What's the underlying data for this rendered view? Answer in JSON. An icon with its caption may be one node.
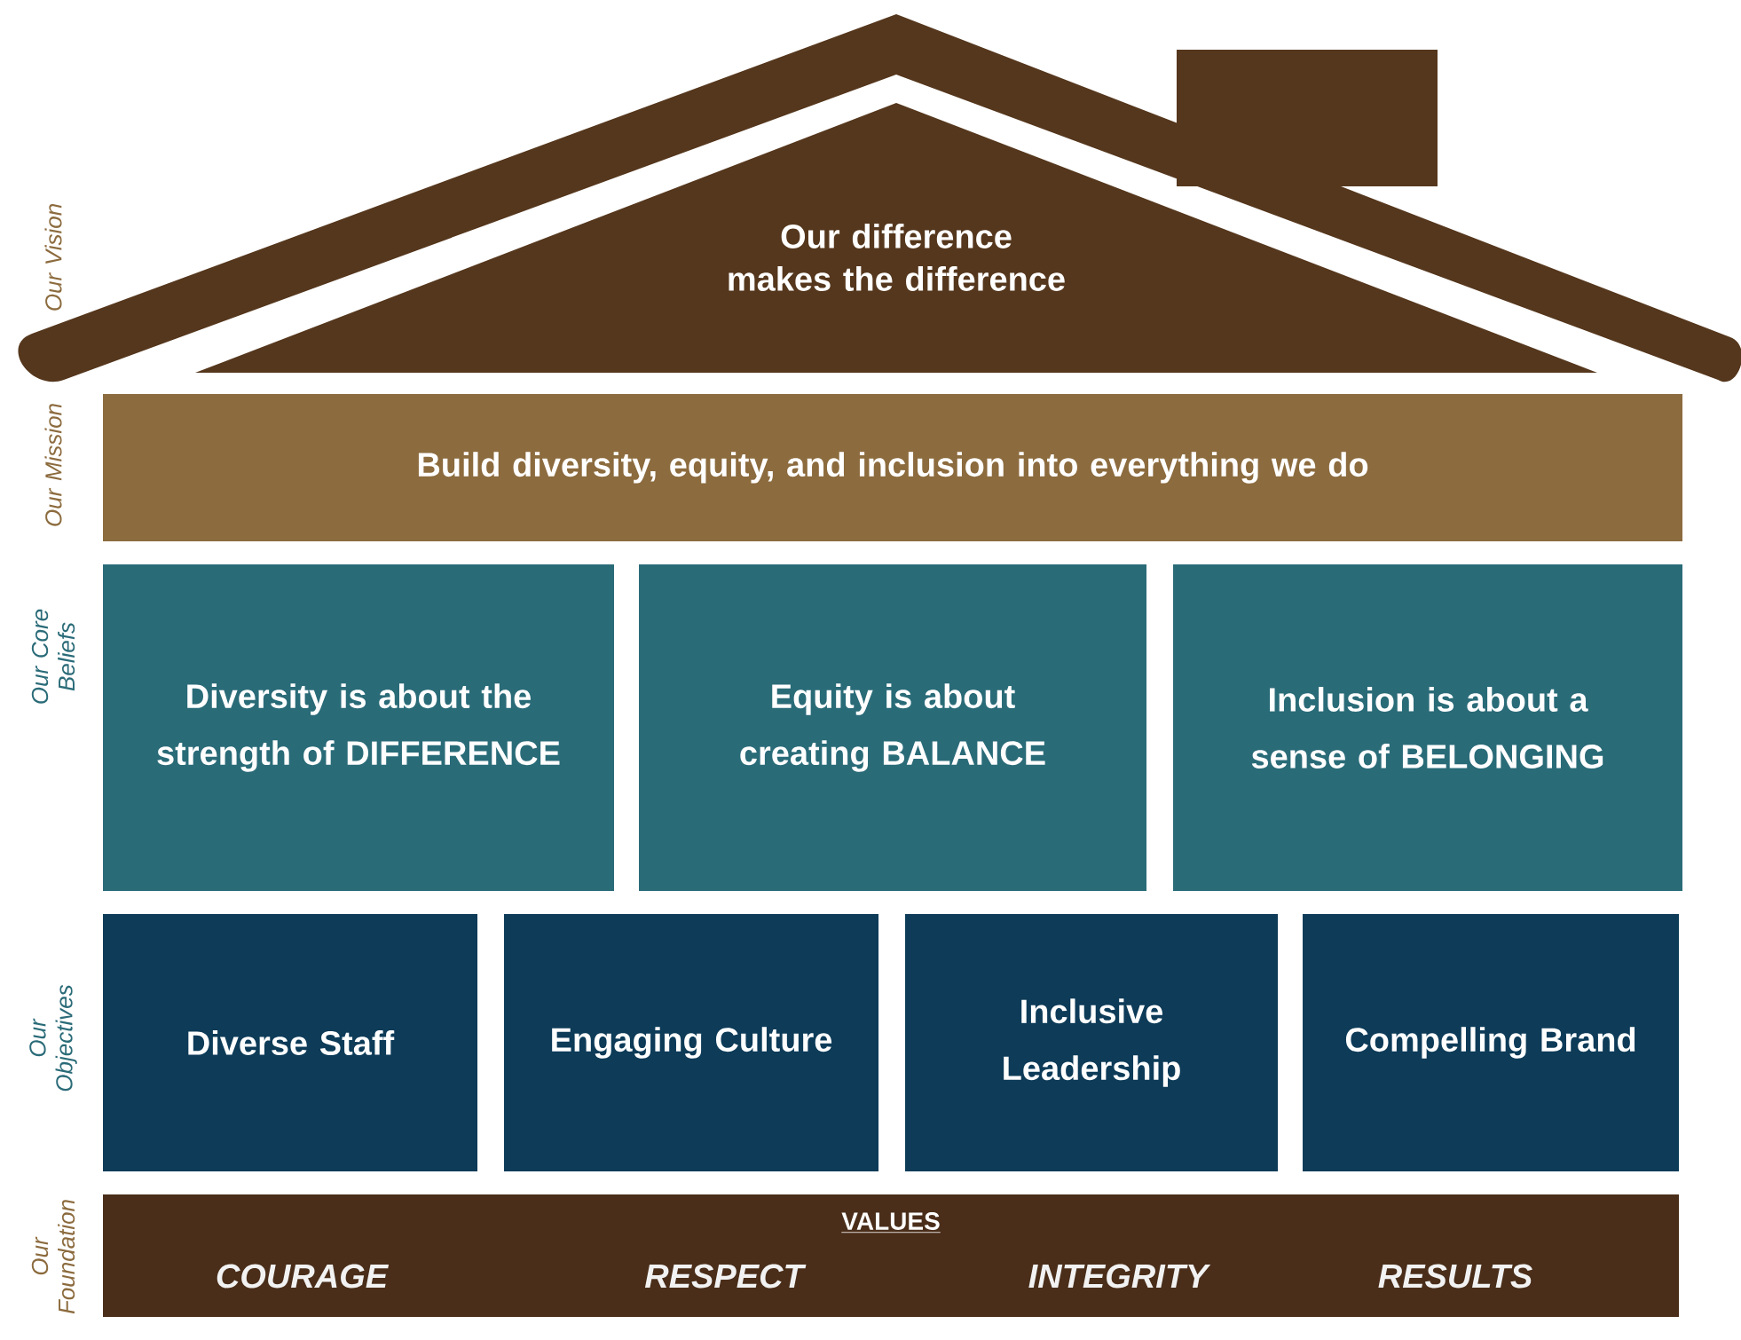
{
  "diagram": {
    "nodes": [
      {
        "text": [
          "Our difference makes the difference"
        ]
      },
      {
        "text": [
          "Build diversity, equity, and inclusion into everything we do"
        ]
      },
      {
        "text": [
          "Diversity is about the strength of DIFFERENCE"
        ]
      },
      {
        "text": [
          "Equity is about creating BALANCE"
        ]
      },
      {
        "text": [
          "Inclusion is about a sense of BELONGING"
        ]
      },
      {
        "text": [
          "Diverse Staff"
        ]
      },
      {
        "text": [
          "Engaging Culture"
        ]
      },
      {
        "text": [
          "Inclusive Leadership"
        ]
      },
      {
        "text": [
          "Compelling Brand"
        ]
      },
      {
        "text": [
          "VALUES",
          "COURAGE",
          "RESPECT",
          "INTEGRITY",
          "RESULTS"
        ]
      }
    ],
    "labels": [
      "Our Vision",
      "Our Mission",
      "Our Core Beliefs",
      "Our Objectives",
      "Our Foundation"
    ]
  }
}
